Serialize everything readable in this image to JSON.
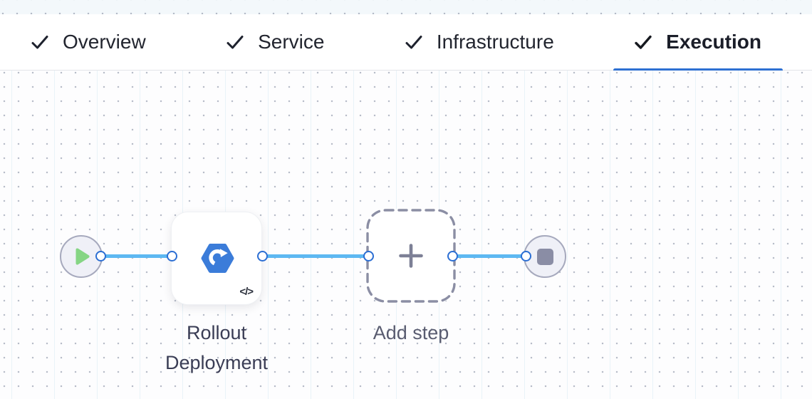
{
  "header": {
    "tabs": [
      {
        "label": "Overview",
        "completed": true,
        "active": false
      },
      {
        "label": "Service",
        "completed": true,
        "active": false
      },
      {
        "label": "Infrastructure",
        "completed": true,
        "active": false
      },
      {
        "label": "Execution",
        "completed": true,
        "active": true
      }
    ]
  },
  "pipeline": {
    "start_node": {
      "icon": "play-icon"
    },
    "steps": [
      {
        "name": "Rollout Deployment",
        "icon": "rollout-deployment-icon",
        "badge": "</>"
      }
    ],
    "add_step": {
      "label": "Add step",
      "icon": "plus-icon"
    },
    "end_node": {
      "icon": "stop-icon"
    }
  },
  "colors": {
    "active_tab_underline": "#2e70d2",
    "tab_text": "#22252f",
    "connector_line": "#5db8f2",
    "port_ring": "#2b6ed3",
    "step_icon_blue": "#3b7cd9",
    "play_green": "#85d584",
    "stop_gray": "#8a8da5",
    "node_circle_fill": "#eff0f7",
    "node_circle_border": "#a6a9bd",
    "dashed_border": "#8b8ea4",
    "grid_dot": "#b7bdc9",
    "grid_line": "#e9f3f8"
  }
}
